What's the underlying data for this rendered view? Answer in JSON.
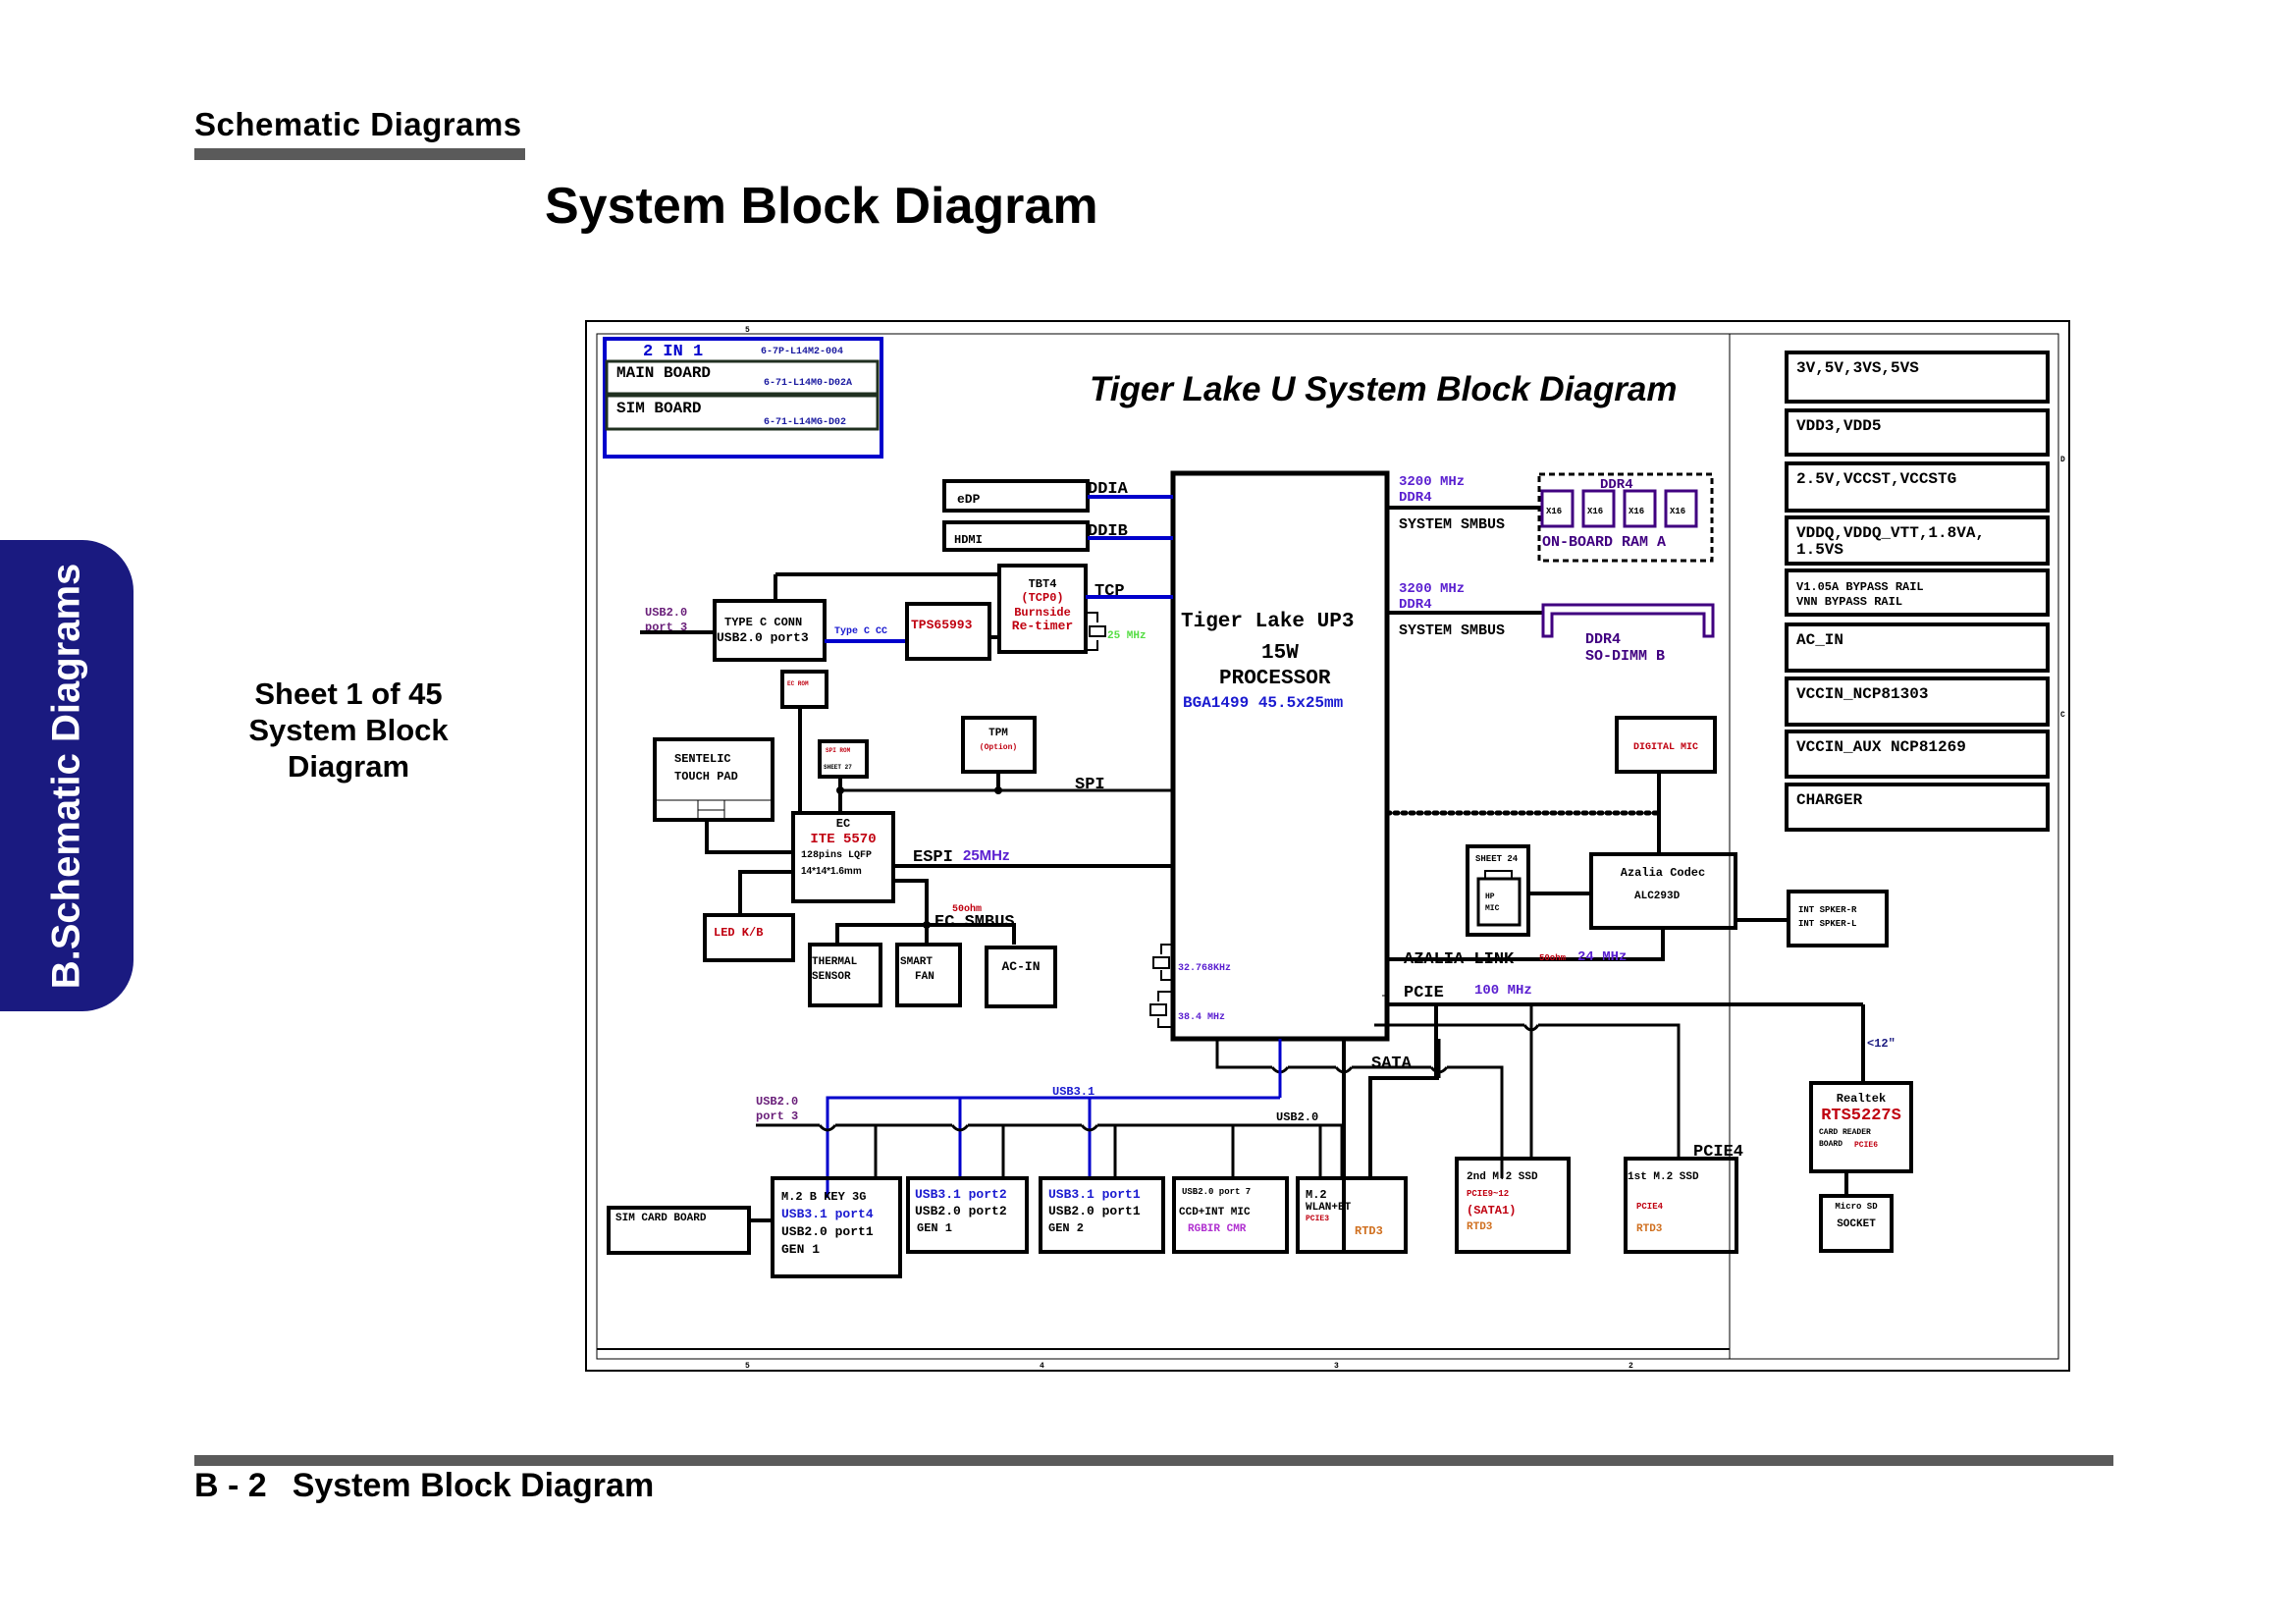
{
  "header": {
    "section": "Schematic  Diagrams"
  },
  "page_title": "System Block Diagram",
  "side_tab": {
    "label": "B.Schematic Diagrams",
    "color": "#1a1a80"
  },
  "sheet_info": {
    "line1": "Sheet 1 of 45",
    "line2": "System Block",
    "line3": "Diagram"
  },
  "footer": {
    "page_number": "B - 2",
    "label": "System Block Diagram"
  },
  "diagram": {
    "title": "Tiger Lake U System Block Diagram",
    "frame_markers": {
      "top": "5",
      "bottom": [
        "5",
        "4",
        "3",
        "2"
      ],
      "right": [
        "D",
        "C"
      ]
    },
    "board_info": {
      "title": "2 IN 1",
      "title_pn": "6-7P-L14M2-004",
      "main_board": "MAIN BOARD",
      "main_pn": "6-71-L14M0-D02A",
      "sim_board": "SIM BOARD",
      "sim_pn": "6-71-L14MG-D02"
    },
    "cpu": {
      "name": "Tiger Lake UP3",
      "power": "15W",
      "type": "PROCESSOR",
      "package": "BGA1499  45.5x25mm"
    },
    "display": {
      "edp": "eDP",
      "edp_bus": "DDIA",
      "hdmi": "HDMI",
      "hdmi_bus": "DDIB"
    },
    "tbt": {
      "line1": "TBT4",
      "line2": "(TCP0)",
      "line3": "Burnside",
      "line4": "Re-timer",
      "bus": "TCP",
      "crystal": "25 MHz"
    },
    "typec": {
      "line1": "TYPE C CONN",
      "line2": "USB2.0 port3",
      "usb_label1": "USB2.0",
      "usb_label2": "port 3",
      "cc_label": "Type C CC"
    },
    "pd_controller": "TPS65993",
    "ec_rom": "EC ROM",
    "spi_rom": {
      "line1": "SPI ROM",
      "line2": "SHEET 27"
    },
    "touchpad": {
      "line1": "SENTELIC",
      "line2": "TOUCH PAD"
    },
    "tpm": {
      "line1": "TPM",
      "line2": "(Option)"
    },
    "spi_bus": "SPI",
    "ec": {
      "line1": "EC",
      "line2": "ITE 5570",
      "line3": "128pins  LQFP",
      "line4": "14*14*1.6mm"
    },
    "espi": {
      "label": "ESPI",
      "freq": "25MHz"
    },
    "led_kb": "LED K/B",
    "ec_smbus": {
      "label": "EC SMBUS",
      "impedance": "50ohm"
    },
    "thermal": {
      "line1": "THERMAL",
      "line2": "SENSOR"
    },
    "fan": {
      "line1": "SMART",
      "line2": "FAN"
    },
    "acin": "AC-IN",
    "rtc_crystal": "32.768KHz",
    "main_crystal": "38.4 MHz",
    "memory": {
      "ch_a_freq": "3200 MHz",
      "ch_a_type": "DDR4",
      "ch_a_smbus": "SYSTEM SMBUS",
      "onboard_title": "DDR4",
      "chips": [
        "X16",
        "X16",
        "X16",
        "X16"
      ],
      "onboard_label": "ON-BOARD RAM A",
      "ch_b_freq": "3200 MHz",
      "ch_b_type": "DDR4",
      "ch_b_smbus": "SYSTEM SMBUS",
      "sodimm_line1": "DDR4",
      "sodimm_line2": "SO-DIMM B"
    },
    "power_rails": [
      "3V,5V,3VS,5VS",
      "VDD3,VDD5",
      "2.5V,VCCST,VCCSTG",
      "VDDQ,VDDQ_VTT,1.8VA,|1.5VS",
      "V1.05A BYPASS RAIL|VNN BYPASS RAIL",
      "AC_IN",
      "VCCIN_NCP81303",
      "VCCIN_AUX NCP81269",
      "CHARGER"
    ],
    "audio": {
      "digital_mic": "DIGITAL MIC",
      "hp_sheet": "SHEET 24",
      "hp_line1": "HP",
      "hp_line2": "MIC",
      "codec_line1": "Azalia Codec",
      "codec_line2": "ALC293D",
      "speaker_line1": "INT SPKER-R",
      "speaker_line2": "INT SPKER-L",
      "link_label": "AZALIA LINK",
      "link_impedance": "50ohm",
      "link_freq": "24 MHz"
    },
    "pcie": {
      "label": "PCIE",
      "freq": "100 MHz",
      "length": "<12\"",
      "pcie4_label": "PCIE4"
    },
    "card_reader": {
      "line1": "Realtek",
      "line2": "RTS5227S",
      "line3": "CARD READER",
      "line4": "BOARD",
      "line4b": "PCIE6"
    },
    "sd_socket": {
      "line1": "Micro SD",
      "line2": "SOCKET"
    },
    "sata_label": "SATA",
    "usb": {
      "usb31_label": "USB3.1",
      "usb20_label": "USB2.0",
      "left_label1": "USB2.0",
      "left_label2": "port 3"
    },
    "sim_card": "SIM CARD BOARD",
    "m2_bkey": {
      "line1": "M.2 B KEY 3G",
      "line2": "USB3.1 port4",
      "line3": "USB2.0 port1",
      "line4": "GEN 1"
    },
    "usb_port2": {
      "line1": "USB3.1 port2",
      "line2": "USB2.0 port2",
      "line3": "GEN 1"
    },
    "usb_port1": {
      "line1": "USB3.1 port1",
      "line2": "USB2.0 port1",
      "line3": "GEN 2"
    },
    "camera": {
      "line1": "USB2.0 port 7",
      "line2": "CCD+INT MIC",
      "line3": "RGBIR CMR"
    },
    "wlan": {
      "line1": "M.2",
      "line2": "WLAN+BT",
      "line3": "PCIE3",
      "line4": "RTD3"
    },
    "ssd2": {
      "line1": "2nd M.2 SSD",
      "line2": "PCIE9~12",
      "line3": "(SATA1)",
      "line4": "RTD3"
    },
    "ssd1": {
      "line1": "1st M.2  SSD",
      "line2": "PCIE4",
      "line3": "RTD3"
    },
    "colors": {
      "blue_bus": "#0000cc",
      "purple_label": "#5a1fd0",
      "red_label": "#c00010",
      "orange_label": "#d07020",
      "green_label": "#55dd44",
      "magenta_label": "#b030d0",
      "dark_purple": "#400080"
    }
  }
}
